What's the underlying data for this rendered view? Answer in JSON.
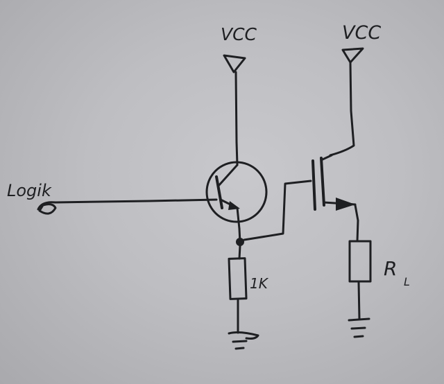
{
  "labels": {
    "vcc_left": "VCC",
    "vcc_right": "VCC",
    "input": "Logik",
    "resistor_emitter": "1K",
    "resistor_load_main": "R",
    "resistor_load_sub": "L"
  },
  "colors": {
    "ink": "#1e1f22",
    "paper": "#c4c4c8"
  }
}
